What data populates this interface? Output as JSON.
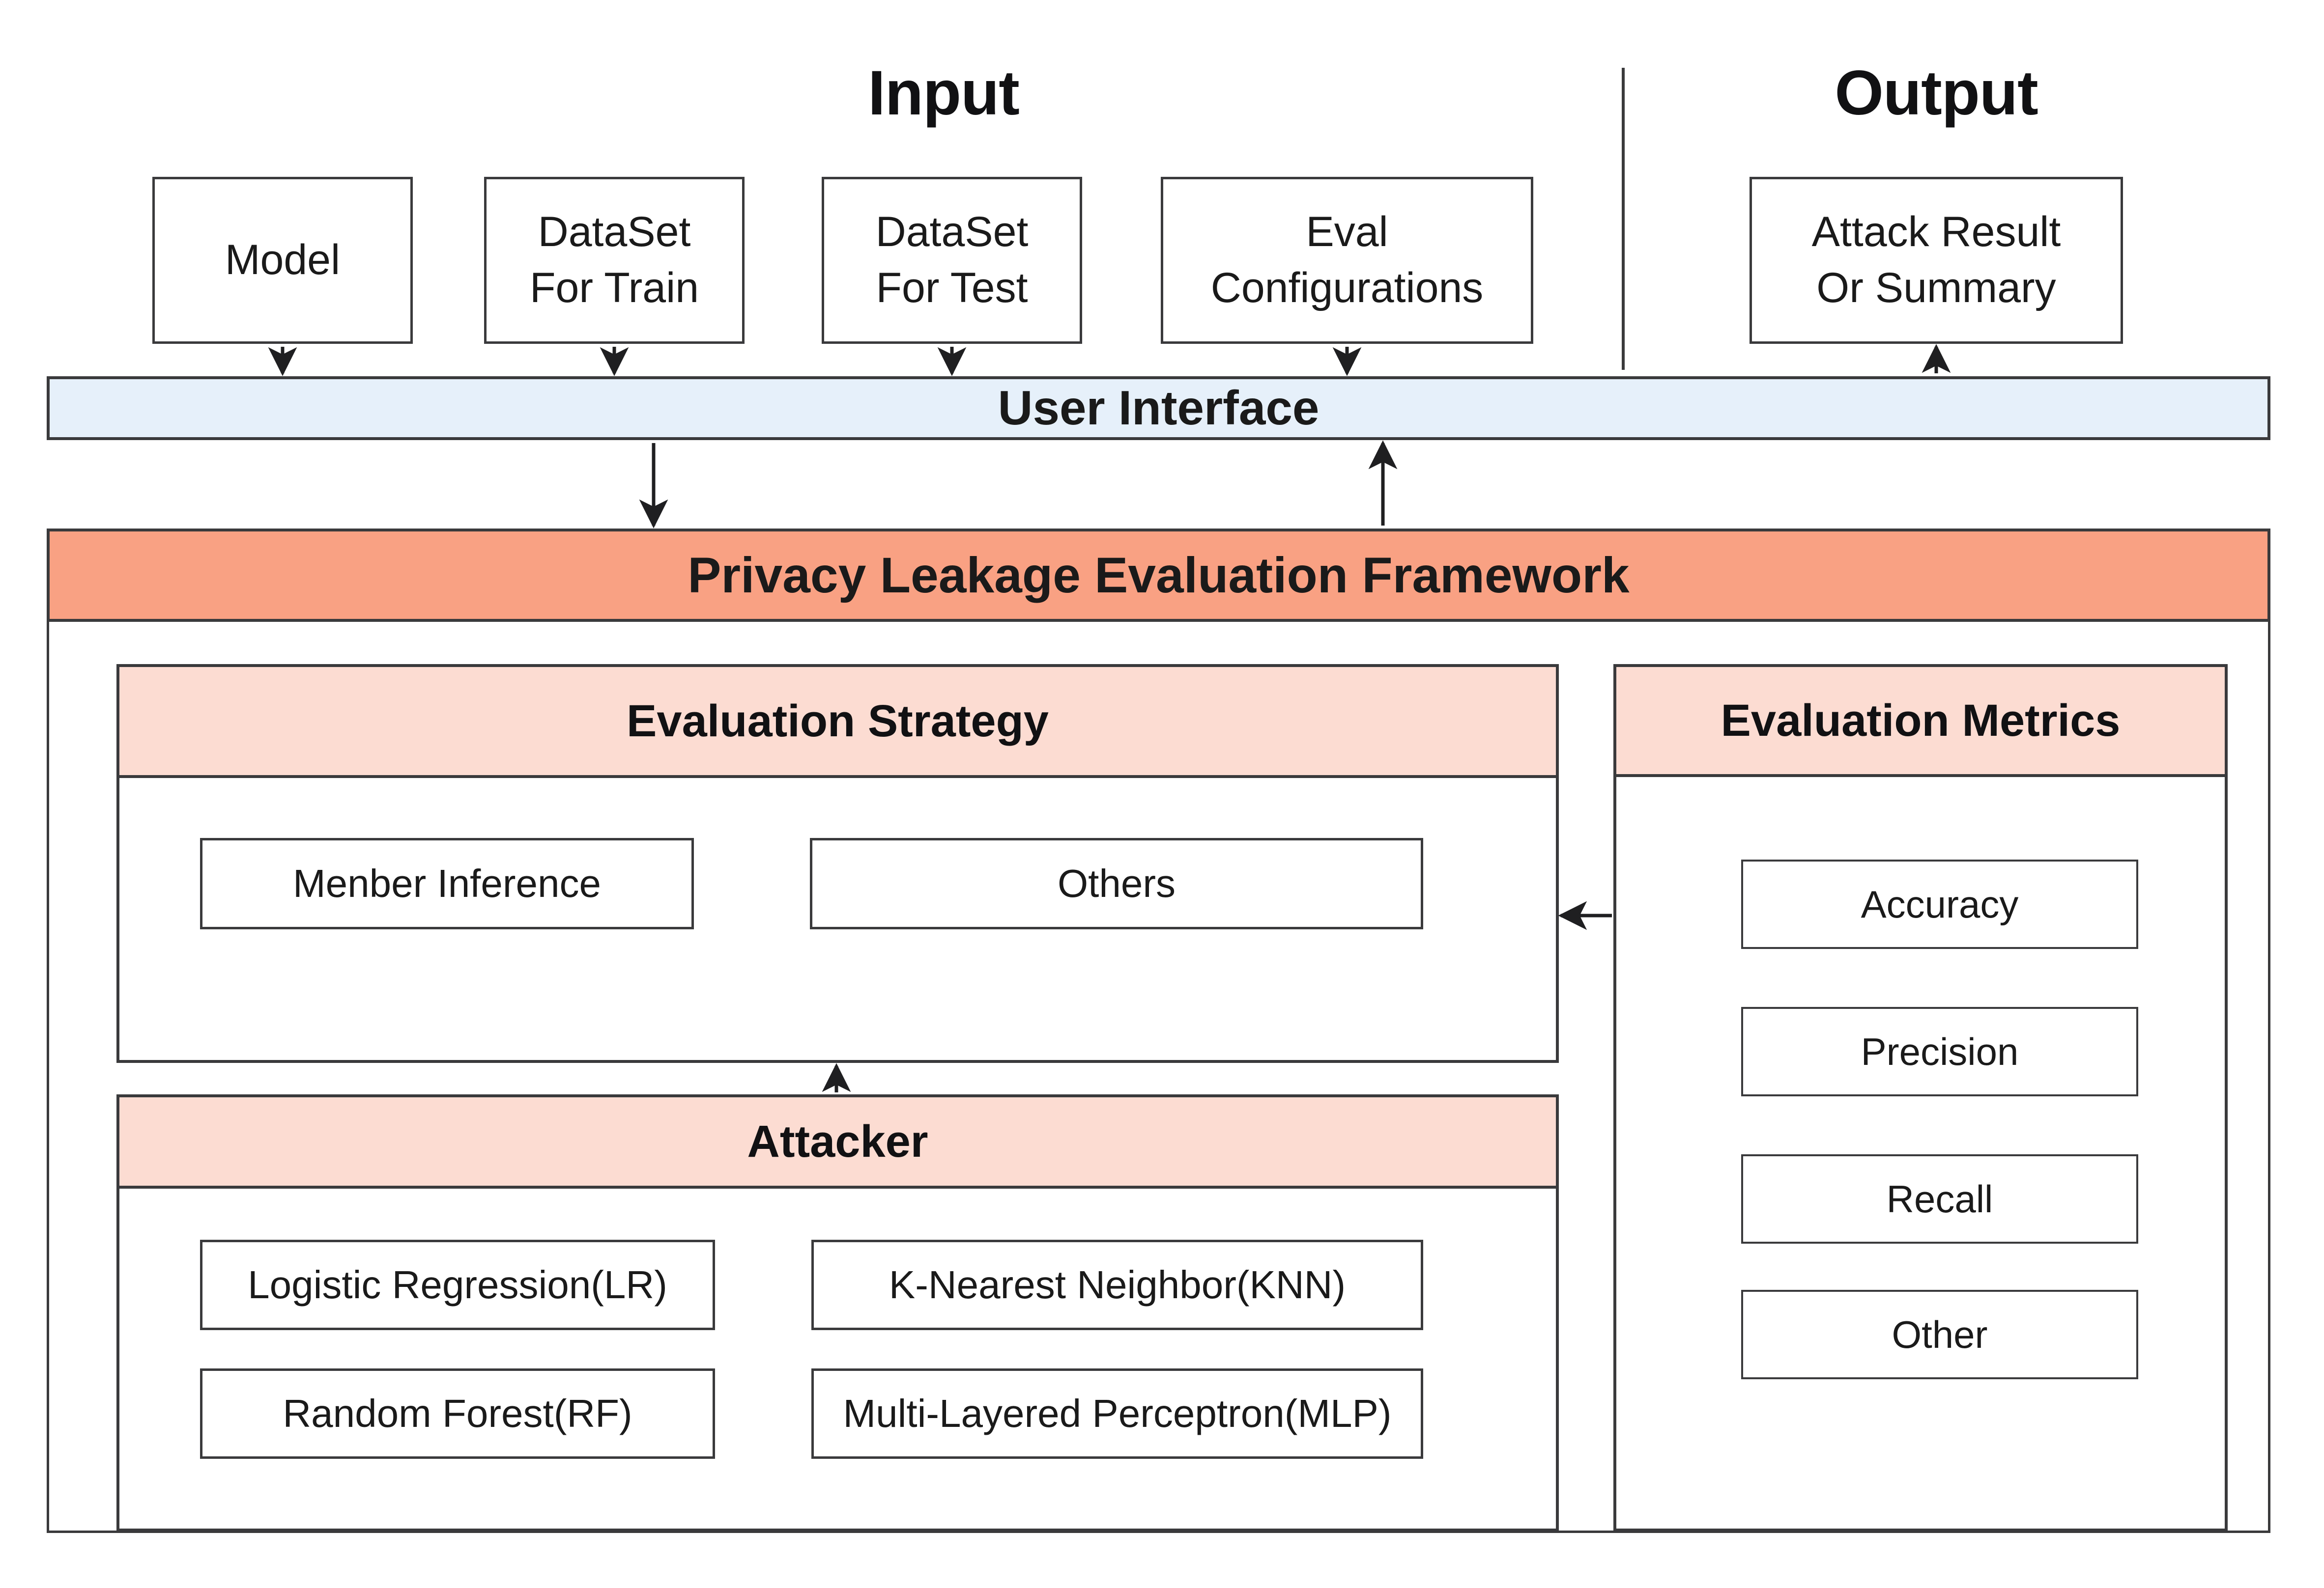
{
  "sections": {
    "input_title": "Input",
    "output_title": "Output"
  },
  "input_boxes": [
    {
      "name": "model",
      "line1": "Model",
      "line2": ""
    },
    {
      "name": "dataset-for-train",
      "line1": "DataSet",
      "line2": "For Train"
    },
    {
      "name": "dataset-for-test",
      "line1": "DataSet",
      "line2": "For Test"
    },
    {
      "name": "eval-configurations",
      "line1": "Eval",
      "line2": "Configurations"
    }
  ],
  "output_boxes": [
    {
      "name": "attack-result-or-summary",
      "line1": "Attack Result",
      "line2": "Or Summary"
    }
  ],
  "user_interface": {
    "label": "User Interface",
    "fill": "#e6f0fa"
  },
  "framework": {
    "title": "Privacy Leakage Evaluation Framework",
    "fill": "#f9a183"
  },
  "evaluation_strategy": {
    "title": "Evaluation Strategy",
    "header_fill": "#fcdcd2",
    "items": [
      {
        "name": "menber-inference",
        "label": "Menber Inference"
      },
      {
        "name": "others",
        "label": "Others"
      }
    ]
  },
  "attacker": {
    "title": "Attacker",
    "header_fill": "#fcdcd2",
    "items": [
      {
        "name": "logistic-regression",
        "label": "Logistic Regression(LR)"
      },
      {
        "name": "k-nearest-neighbor",
        "label": "K-Nearest Neighbor(KNN)"
      },
      {
        "name": "random-forest",
        "label": "Random Forest(RF)"
      },
      {
        "name": "multi-layered-perceptron",
        "label": "Multi-Layered Perceptron(MLP)"
      }
    ]
  },
  "evaluation_metrics": {
    "title": "Evaluation Metrics",
    "header_fill": "#fcdcd2",
    "items": [
      {
        "name": "accuracy",
        "label": "Accuracy"
      },
      {
        "name": "precision",
        "label": "Precision"
      },
      {
        "name": "recall",
        "label": "Recall"
      },
      {
        "name": "other",
        "label": "Other"
      }
    ]
  },
  "colors": {
    "stroke": "#3a3a3c",
    "text": "#1a1a1a",
    "ui_bar": "#e6f0fa",
    "framework_bar": "#f9a183",
    "panel_header": "#fcdcd2"
  }
}
